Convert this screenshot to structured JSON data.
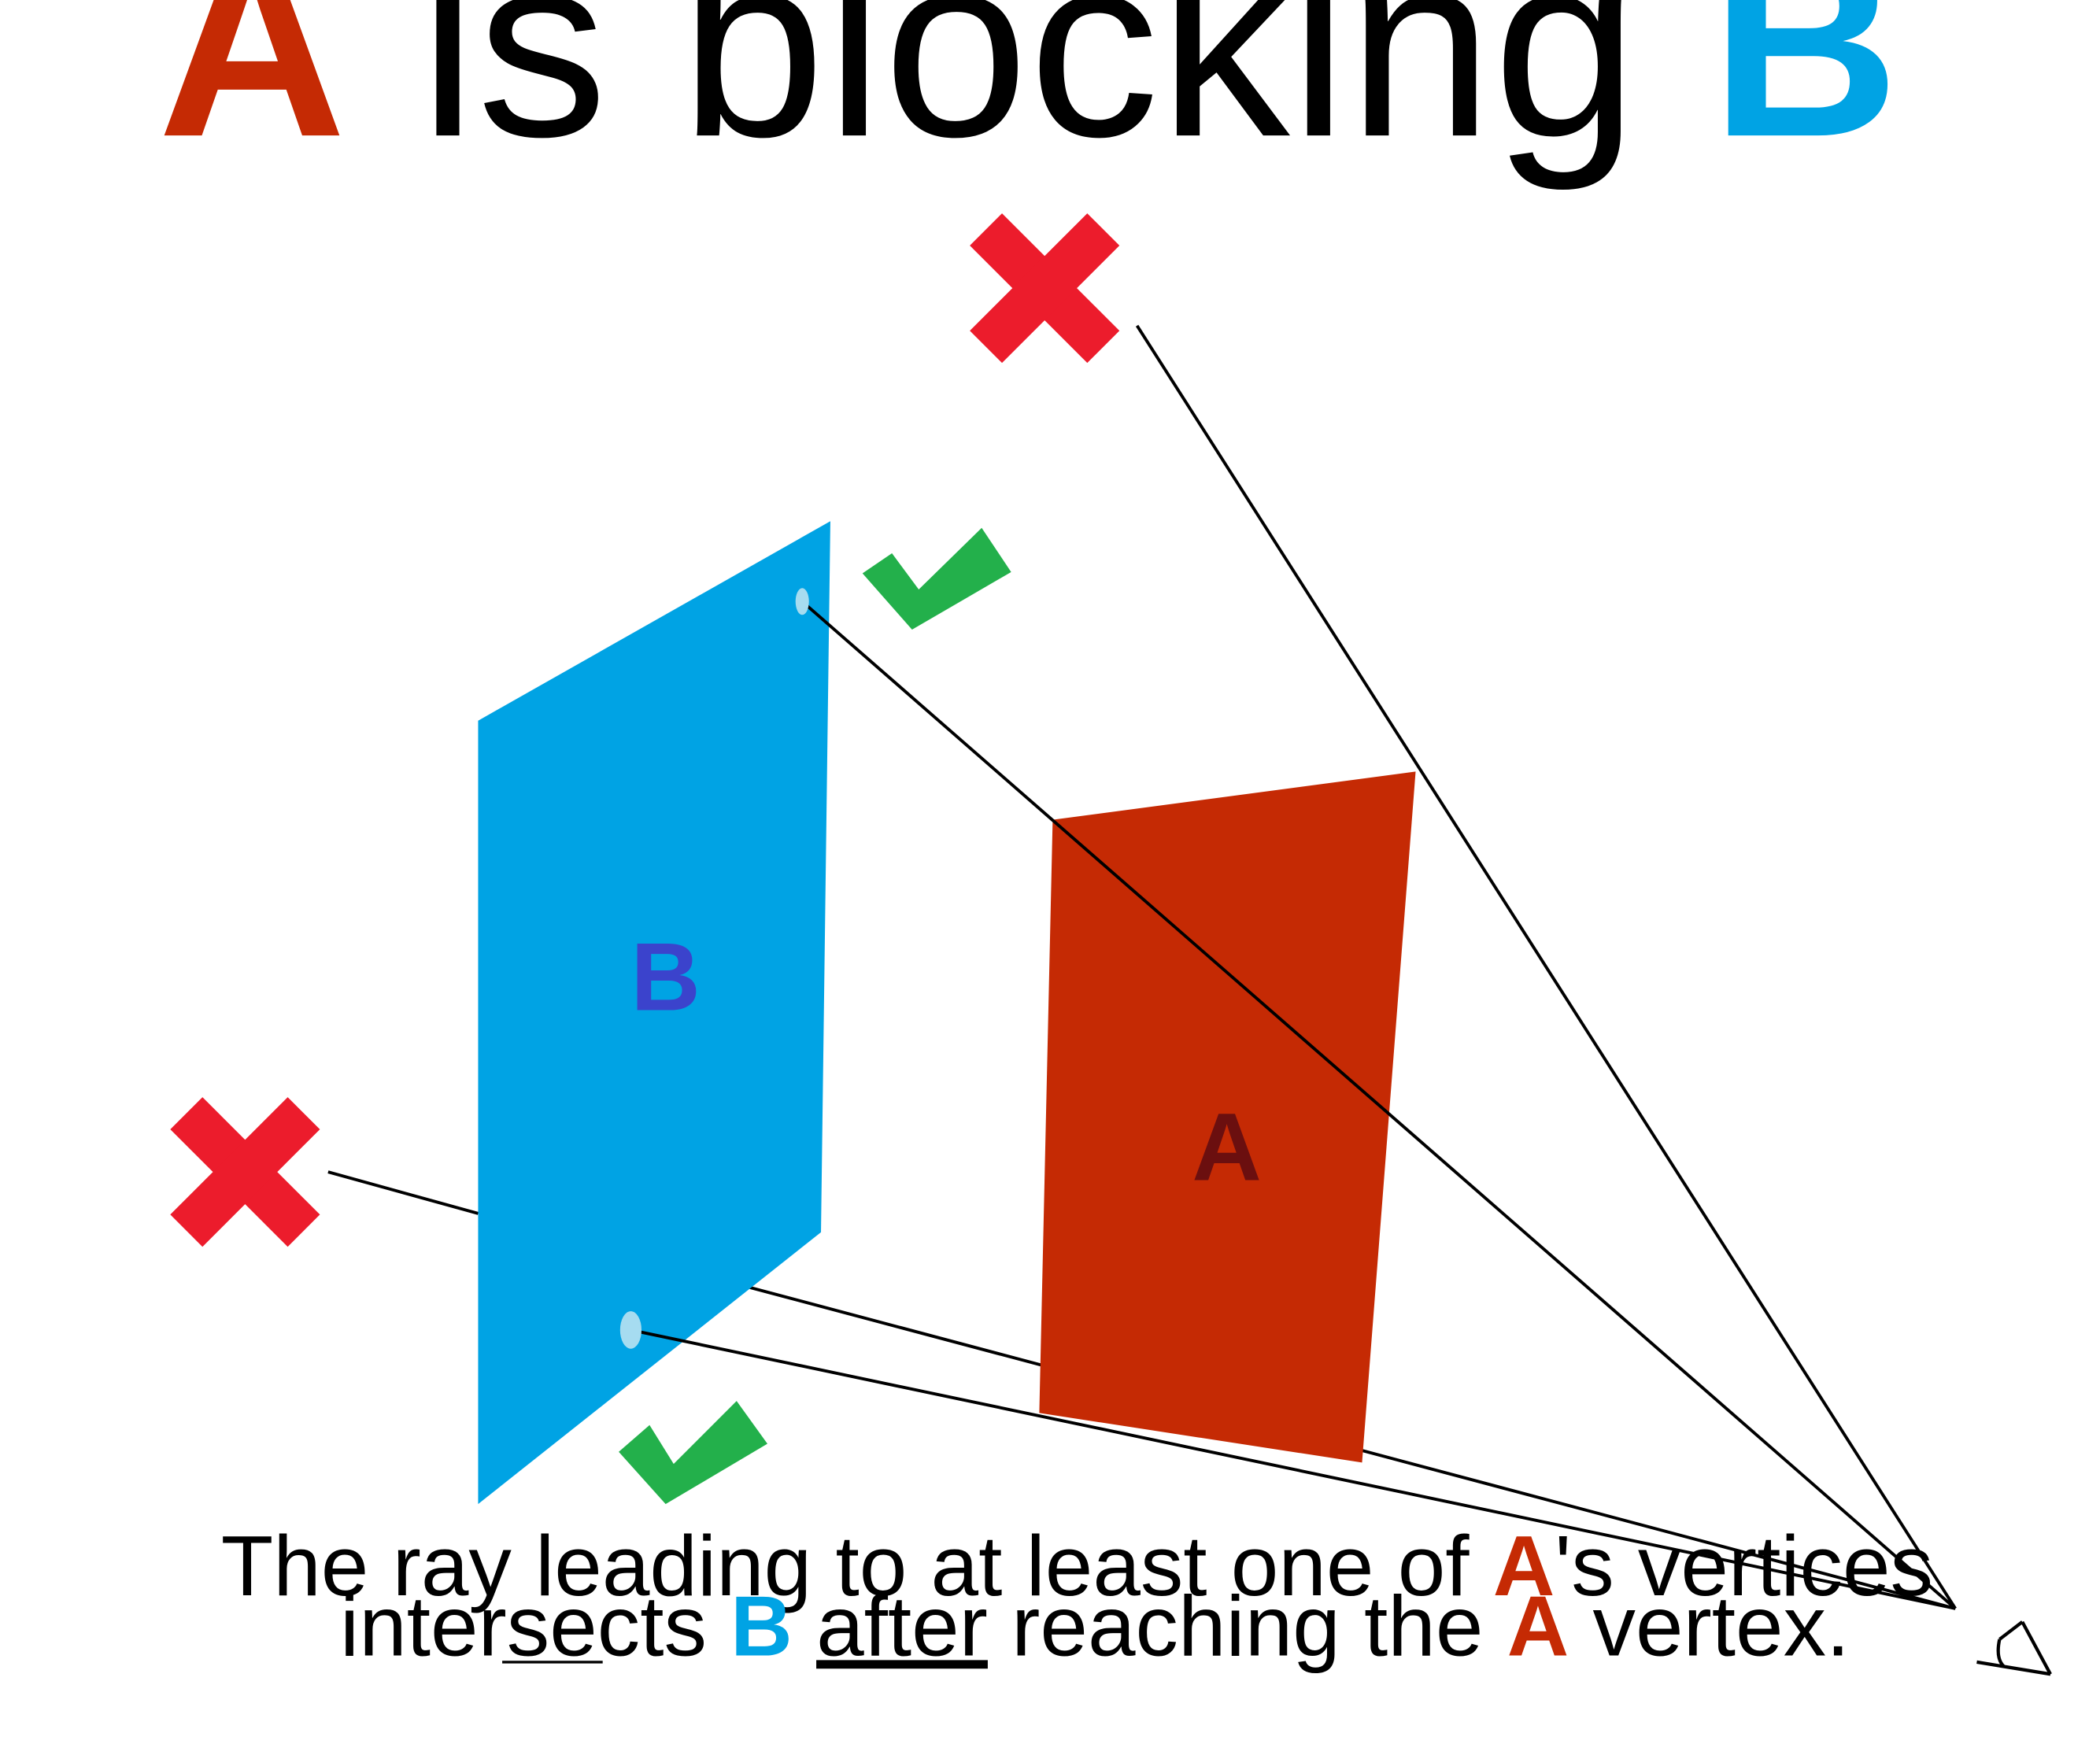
{
  "title": {
    "part_a": "A",
    "part_middle": " is blocking ",
    "part_b": "B"
  },
  "panels": {
    "b_label": "B",
    "a_label": "A"
  },
  "caption": {
    "line1": {
      "before": "The ray leading to at least one of ",
      "a_letter": "A",
      "after": "'s vertices"
    },
    "line2": {
      "before": "intersects ",
      "b_letter": "B",
      "space": " ",
      "underlined": "after",
      "middle": " reaching the ",
      "a_letter": "A",
      "after": " vertex."
    }
  },
  "colors": {
    "a_red": "#c52a04",
    "a_label_dark": "#6b0f0f",
    "b_blue": "#00a3e4",
    "b_label_indigo": "#3b43cc",
    "cross_red": "#ec1c2c",
    "check_green": "#23b04b",
    "dot_light_blue": "#a6dcf0",
    "line_black": "#000000"
  },
  "icons": {
    "cross": "x-mark-icon",
    "check": "check-mark-icon",
    "eye": "eye-icon"
  }
}
